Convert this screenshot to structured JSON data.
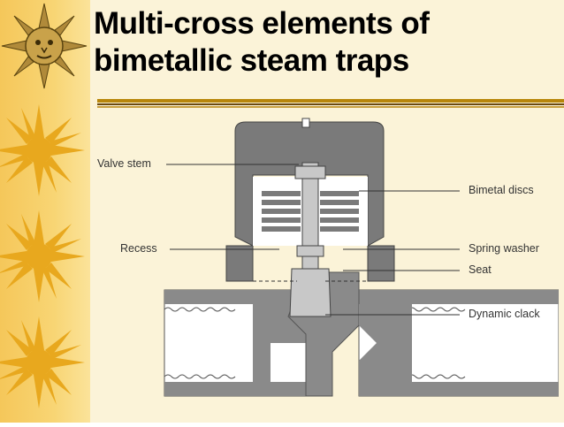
{
  "slide": {
    "title_line1": "Multi-cross elements of",
    "title_line2": "bimetallic steam traps"
  },
  "diagram": {
    "labels": {
      "valve_stem": "Valve stem",
      "recess": "Recess",
      "bimetal_discs": "Bimetal discs",
      "spring_washer": "Spring washer",
      "seat": "Seat",
      "dynamic_clack": "Dynamic clack"
    }
  },
  "colors": {
    "sidebar": "#f5c75a",
    "sun": "#e8a81e",
    "background": "#fbf3d8",
    "metal_dark": "#6e6e6e",
    "metal_light": "#c8c8c8",
    "rule": "#b8860b"
  }
}
